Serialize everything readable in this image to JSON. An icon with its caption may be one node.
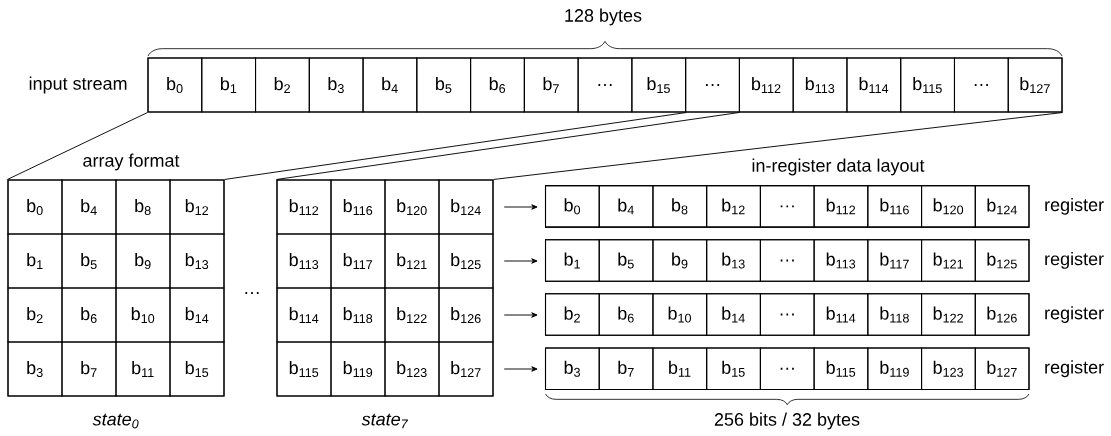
{
  "diagram": {
    "nodes": [
      {
        "text": [
          "input stream"
        ]
      },
      {
        "text": [
          "b$_{0}$"
        ],
        "in": 0
      },
      {
        "text": [
          "b$_{1}$"
        ],
        "in": 0
      },
      {
        "text": [
          "b$_{2}$"
        ],
        "in": 0
      },
      {
        "text": [
          "b$_{3}$"
        ],
        "in": 0
      },
      {
        "text": [
          "b$_{4}$"
        ],
        "in": 0
      },
      {
        "text": [
          "b$_{5}$"
        ],
        "in": 0
      },
      {
        "text": [
          "b$_{6}$"
        ],
        "in": 0
      },
      {
        "text": [
          "b$_{7}$"
        ],
        "in": 0
      },
      {
        "text": [
          "…"
        ],
        "in": 0
      },
      {
        "text": [
          "b$_{15}$"
        ],
        "in": 0
      },
      {
        "text": [
          "…"
        ],
        "in": 0
      },
      {
        "text": [
          "b$_{112}$"
        ],
        "in": 0
      },
      {
        "text": [
          "b$_{113}$"
        ],
        "in": 0
      },
      {
        "text": [
          "b$_{114}$"
        ],
        "in": 0
      },
      {
        "text": [
          "b$_{115}$"
        ],
        "in": 0
      },
      {
        "text": [
          "…"
        ],
        "in": 0
      },
      {
        "text": [
          "b$_{127}$"
        ],
        "in": 0
      },
      {
        "text": [],
        "shape": "box",
        "beside": [
          "state$_{0}$"
        ]
      },
      {
        "text": [
          "b$_{0}$"
        ],
        "in": 18
      },
      {
        "text": [
          "b$_{4}$"
        ],
        "in": 18
      },
      {
        "text": [
          "b$_{8}$"
        ],
        "in": 18
      },
      {
        "text": [
          "b$_{12}$"
        ],
        "in": 18
      },
      {
        "text": [
          "b$_{1}$"
        ],
        "in": 18
      },
      {
        "text": [
          "b$_{5}$"
        ],
        "in": 18
      },
      {
        "text": [
          "b$_{9}$"
        ],
        "in": 18
      },
      {
        "text": [
          "b$_{13}$"
        ],
        "in": 18
      },
      {
        "text": [
          "b$_{2}$"
        ],
        "in": 18
      },
      {
        "text": [
          "b$_{6}$"
        ],
        "in": 18
      },
      {
        "text": [
          "b$_{10}$"
        ],
        "in": 18
      },
      {
        "text": [
          "b$_{14}$"
        ],
        "in": 18
      },
      {
        "text": [
          "b$_{3}$"
        ],
        "in": 18
      },
      {
        "text": [
          "b$_{7}$"
        ],
        "in": 18
      },
      {
        "text": [
          "b$_{11}$"
        ],
        "in": 18
      },
      {
        "text": [
          "b$_{15}$"
        ],
        "in": 18
      },
      {
        "text": [],
        "shape": "box",
        "beside": [
          "state$_{7}$"
        ]
      },
      {
        "text": [
          "b$_{112}$"
        ],
        "in": 35
      },
      {
        "text": [
          "b$_{116}$"
        ],
        "in": 35
      },
      {
        "text": [
          "b$_{120}$"
        ],
        "in": 35
      },
      {
        "text": [
          "b$_{124}$"
        ],
        "in": 35
      },
      {
        "text": [
          "b$_{113}$"
        ],
        "in": 35
      },
      {
        "text": [
          "b$_{117}$"
        ],
        "in": 35
      },
      {
        "text": [
          "b$_{121}$"
        ],
        "in": 35
      },
      {
        "text": [
          "b$_{125}$"
        ],
        "in": 35
      },
      {
        "text": [
          "b$_{114}$"
        ],
        "in": 35
      },
      {
        "text": [
          "b$_{118}$"
        ],
        "in": 35
      },
      {
        "text": [
          "b$_{122}$"
        ],
        "in": 35
      },
      {
        "text": [
          "b$_{126}$"
        ],
        "in": 35
      },
      {
        "text": [
          "b$_{115}$"
        ],
        "in": 35
      },
      {
        "text": [
          "b$_{119}$"
        ],
        "in": 35
      },
      {
        "text": [
          "b$_{123}$"
        ],
        "in": 35
      },
      {
        "text": [
          "b$_{127}$"
        ],
        "in": 35
      },
      {
        "text": [],
        "shape": "box",
        "beside": [
          "register"
        ]
      },
      {
        "text": [
          "b$_{0}$"
        ],
        "in": 52
      },
      {
        "text": [
          "b$_{4}$"
        ],
        "in": 52
      },
      {
        "text": [
          "b$_{8}$"
        ],
        "in": 52
      },
      {
        "text": [
          "b$_{12}$"
        ],
        "in": 52
      },
      {
        "text": [
          "…"
        ],
        "in": 52
      },
      {
        "text": [
          "b$_{112}$"
        ],
        "in": 52
      },
      {
        "text": [
          "b$_{116}$"
        ],
        "in": 52
      },
      {
        "text": [
          "b$_{120}$"
        ],
        "in": 52
      },
      {
        "text": [
          "b$_{124}$"
        ],
        "in": 52
      },
      {
        "text": [],
        "shape": "box",
        "beside": [
          "register"
        ]
      },
      {
        "text": [
          "b$_{1}$"
        ],
        "in": 62
      },
      {
        "text": [
          "b$_{5}$"
        ],
        "in": 62
      },
      {
        "text": [
          "b$_{9}$"
        ],
        "in": 62
      },
      {
        "text": [
          "b$_{13}$"
        ],
        "in": 62
      },
      {
        "text": [
          "…"
        ],
        "in": 62
      },
      {
        "text": [
          "b$_{113}$"
        ],
        "in": 62
      },
      {
        "text": [
          "b$_{117}$"
        ],
        "in": 62
      },
      {
        "text": [
          "b$_{121}$"
        ],
        "in": 62
      },
      {
        "text": [
          "b$_{125}$"
        ],
        "in": 62
      },
      {
        "text": [],
        "shape": "box",
        "beside": [
          "register"
        ]
      },
      {
        "text": [
          "b$_{2}$"
        ],
        "in": 72
      },
      {
        "text": [
          "b$_{6}$"
        ],
        "in": 72
      },
      {
        "text": [
          "b$_{10}$"
        ],
        "in": 72
      },
      {
        "text": [
          "b$_{14}$"
        ],
        "in": 72
      },
      {
        "text": [
          "…"
        ],
        "in": 72
      },
      {
        "text": [
          "b$_{114}$"
        ],
        "in": 72
      },
      {
        "text": [
          "b$_{118}$"
        ],
        "in": 72
      },
      {
        "text": [
          "b$_{122}$"
        ],
        "in": 72
      },
      {
        "text": [
          "b$_{126}$"
        ],
        "in": 72
      },
      {
        "text": [],
        "shape": "box",
        "beside": [
          "register"
        ]
      },
      {
        "text": [
          "b$_{3}$"
        ],
        "in": 82
      },
      {
        "text": [
          "b$_{7}$"
        ],
        "in": 82
      },
      {
        "text": [
          "b$_{11}$"
        ],
        "in": 82
      },
      {
        "text": [
          "b$_{15}$"
        ],
        "in": 82
      },
      {
        "text": [
          "…"
        ],
        "in": 82
      },
      {
        "text": [
          "b$_{115}$"
        ],
        "in": 82
      },
      {
        "text": [
          "b$_{119}$"
        ],
        "in": 82
      },
      {
        "text": [
          "b$_{123}$"
        ],
        "in": 82
      },
      {
        "text": [
          "b$_{127}$"
        ],
        "in": 82
      }
    ],
    "edges": [
      {
        "from": 1,
        "to": 18,
        "arrow": "none"
      },
      {
        "from": 10,
        "to": 18,
        "arrow": "none"
      },
      {
        "from": 12,
        "to": 35,
        "arrow": "none"
      },
      {
        "from": 17,
        "to": 35,
        "arrow": "none"
      },
      {
        "from": 39,
        "to": 52,
        "arrow": "to"
      },
      {
        "from": 43,
        "to": 62,
        "arrow": "to"
      },
      {
        "from": 47,
        "to": 72,
        "arrow": "to"
      },
      {
        "from": 51,
        "to": 82,
        "arrow": "to"
      }
    ],
    "labels": [
      "128 bytes",
      "array format",
      "…",
      "in-register data layout",
      "256 bits / 32 bytes"
    ]
  }
}
